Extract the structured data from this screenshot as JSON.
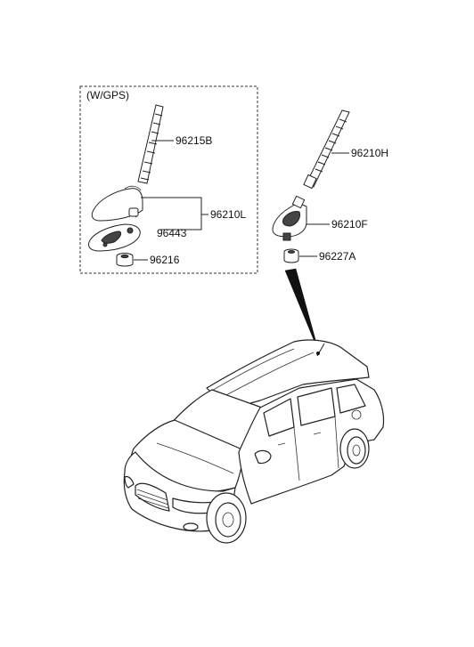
{
  "group_label": "(W/GPS)",
  "parts": {
    "p96215B": "96215B",
    "p96210L": "96210L",
    "p96443": "96443",
    "p96216": "96216",
    "p96210H": "96210H",
    "p96210F": "96210F",
    "p96227A": "96227A"
  },
  "colors": {
    "line": "#222222",
    "fill_dark": "#444444",
    "background": "#ffffff"
  }
}
